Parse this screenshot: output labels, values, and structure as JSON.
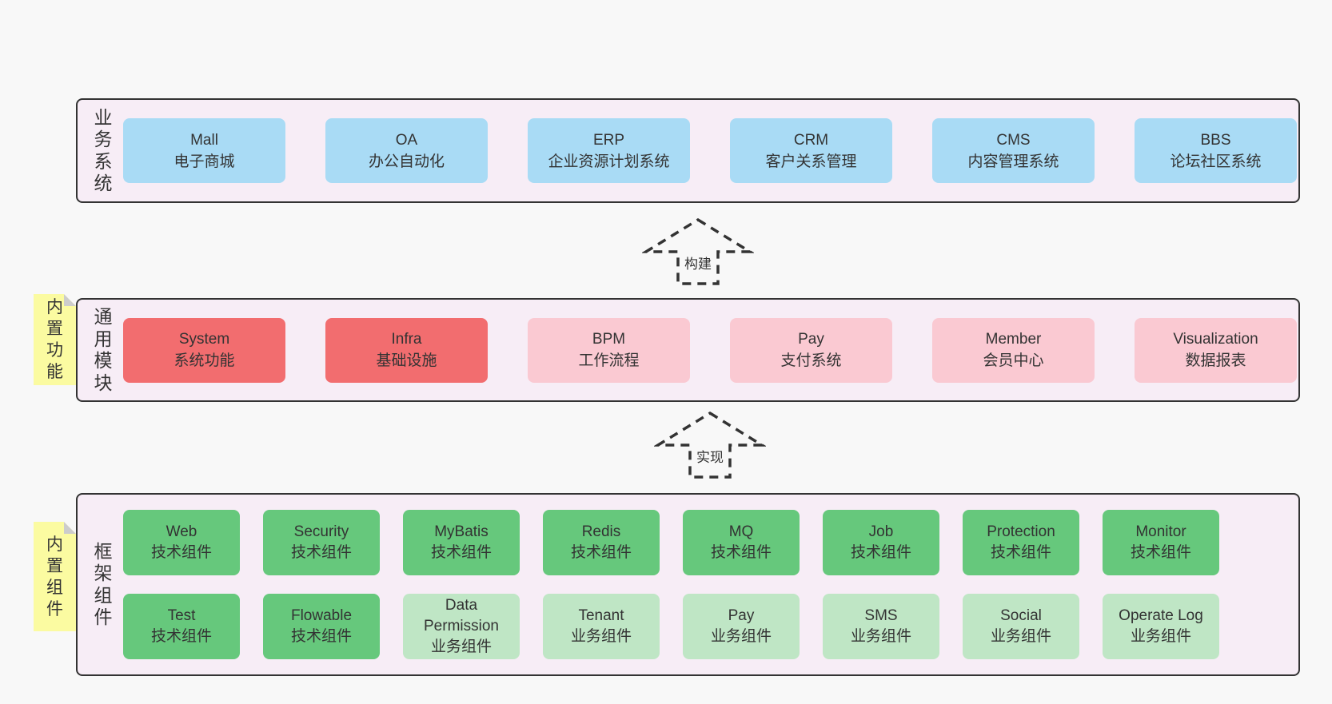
{
  "colors": {
    "canvas_bg": "#f8f8f8",
    "band_bg": "#f7edf6",
    "band_border": "#333333",
    "box_blue": "#a9dbf5",
    "box_red": "#f26d6f",
    "box_pink": "#fac9d2",
    "box_green": "#66c87c",
    "box_light_green": "#bfe6c5",
    "note_yellow": "#fbfba1",
    "note_fold_gray": "#cccccc",
    "text": "#333333"
  },
  "bands": [
    {
      "id": "business-systems",
      "label": "业务系统",
      "boxes": [
        {
          "title": "Mall",
          "subtitle": "电子商城",
          "variant": "blue"
        },
        {
          "title": "OA",
          "subtitle": "办公自动化",
          "variant": "blue"
        },
        {
          "title": "ERP",
          "subtitle": "企业资源计划系统",
          "variant": "blue"
        },
        {
          "title": "CRM",
          "subtitle": "客户关系管理",
          "variant": "blue"
        },
        {
          "title": "CMS",
          "subtitle": "内容管理系统",
          "variant": "blue"
        },
        {
          "title": "BBS",
          "subtitle": "论坛社区系统",
          "variant": "blue"
        }
      ]
    },
    {
      "id": "common-modules",
      "label": "通用模块",
      "note": "内置功能",
      "boxes": [
        {
          "title": "System",
          "subtitle": "系统功能",
          "variant": "red"
        },
        {
          "title": "Infra",
          "subtitle": "基础设施",
          "variant": "red"
        },
        {
          "title": "BPM",
          "subtitle": "工作流程",
          "variant": "pink"
        },
        {
          "title": "Pay",
          "subtitle": "支付系统",
          "variant": "pink"
        },
        {
          "title": "Member",
          "subtitle": "会员中心",
          "variant": "pink"
        },
        {
          "title": "Visualization",
          "subtitle": "数据报表",
          "variant": "pink"
        }
      ]
    },
    {
      "id": "framework-components",
      "label": "框架组件",
      "note": "内置组件",
      "rows": [
        [
          {
            "title": "Web",
            "subtitle": "技术组件",
            "variant": "green"
          },
          {
            "title": "Security",
            "subtitle": "技术组件",
            "variant": "green"
          },
          {
            "title": "MyBatis",
            "subtitle": "技术组件",
            "variant": "green"
          },
          {
            "title": "Redis",
            "subtitle": "技术组件",
            "variant": "green"
          },
          {
            "title": "MQ",
            "subtitle": "技术组件",
            "variant": "green"
          },
          {
            "title": "Job",
            "subtitle": "技术组件",
            "variant": "green"
          },
          {
            "title": "Protection",
            "subtitle": "技术组件",
            "variant": "green"
          },
          {
            "title": "Monitor",
            "subtitle": "技术组件",
            "variant": "green"
          }
        ],
        [
          {
            "title": "Test",
            "subtitle": "技术组件",
            "variant": "green"
          },
          {
            "title": "Flowable",
            "subtitle": "技术组件",
            "variant": "green"
          },
          {
            "title": "Data\nPermission",
            "subtitle": "业务组件",
            "variant": "lightgreen"
          },
          {
            "title": "Tenant",
            "subtitle": "业务组件",
            "variant": "lightgreen"
          },
          {
            "title": "Pay",
            "subtitle": "业务组件",
            "variant": "lightgreen"
          },
          {
            "title": "SMS",
            "subtitle": "业务组件",
            "variant": "lightgreen"
          },
          {
            "title": "Social",
            "subtitle": "业务组件",
            "variant": "lightgreen"
          },
          {
            "title": "Operate Log",
            "subtitle": "业务组件",
            "variant": "lightgreen"
          }
        ]
      ]
    }
  ],
  "arrows": [
    {
      "label": "构建"
    },
    {
      "label": "实现"
    }
  ]
}
